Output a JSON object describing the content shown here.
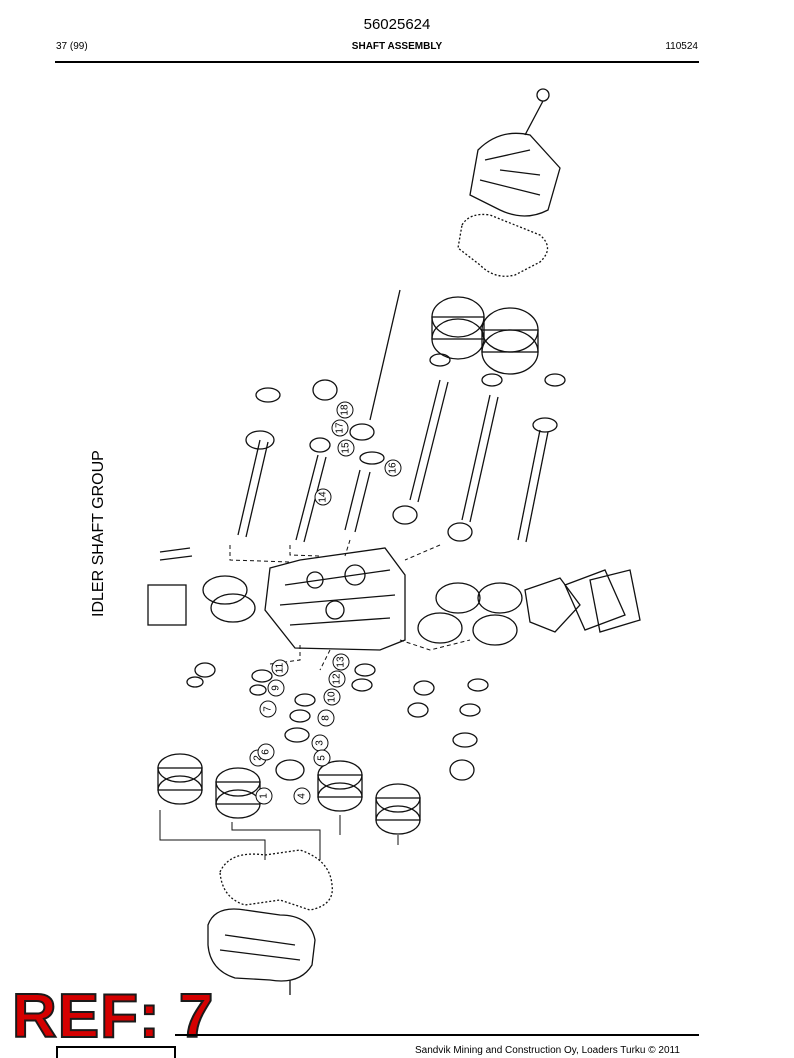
{
  "header": {
    "document_number": "56025624",
    "page": "37 (99)",
    "section_title": "SHAFT ASSEMBLY",
    "code": "110524"
  },
  "drawing": {
    "group_title": "IDLER SHAFT GROUP",
    "callouts": [
      "1",
      "2",
      "3",
      "4",
      "5",
      "6",
      "7",
      "8",
      "9",
      "10",
      "11",
      "12",
      "13",
      "14",
      "15",
      "16",
      "17",
      "18"
    ]
  },
  "footer": {
    "ref_label": "REF: 7",
    "copyright": "Sandvik Mining and Construction Oy, Loaders Turku © 2011"
  }
}
